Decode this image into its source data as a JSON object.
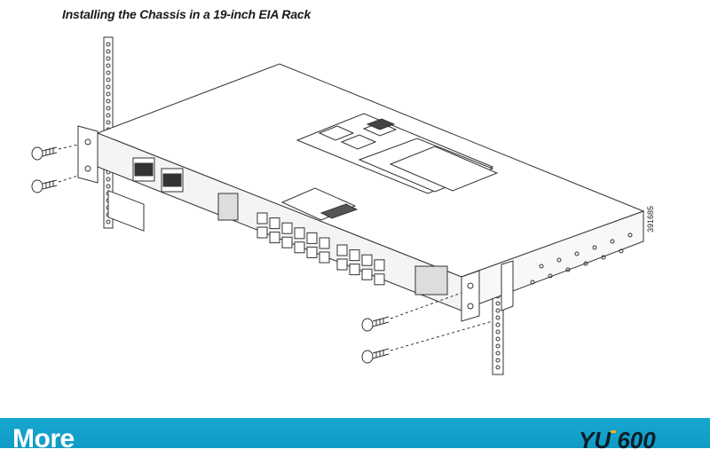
{
  "document": {
    "caption": "Installing the Chassis in a 19-inch EIA Rack",
    "figure_id": "391685",
    "corner_mark": "'"
  },
  "footer": {
    "more_label": "More",
    "logo_text": "YU 600",
    "background_color": "#0f9cc6",
    "text_color": "#ffffff"
  },
  "drawing": {
    "subject": "router chassis with rack brackets and mounting screws",
    "line_color": "#333333"
  }
}
